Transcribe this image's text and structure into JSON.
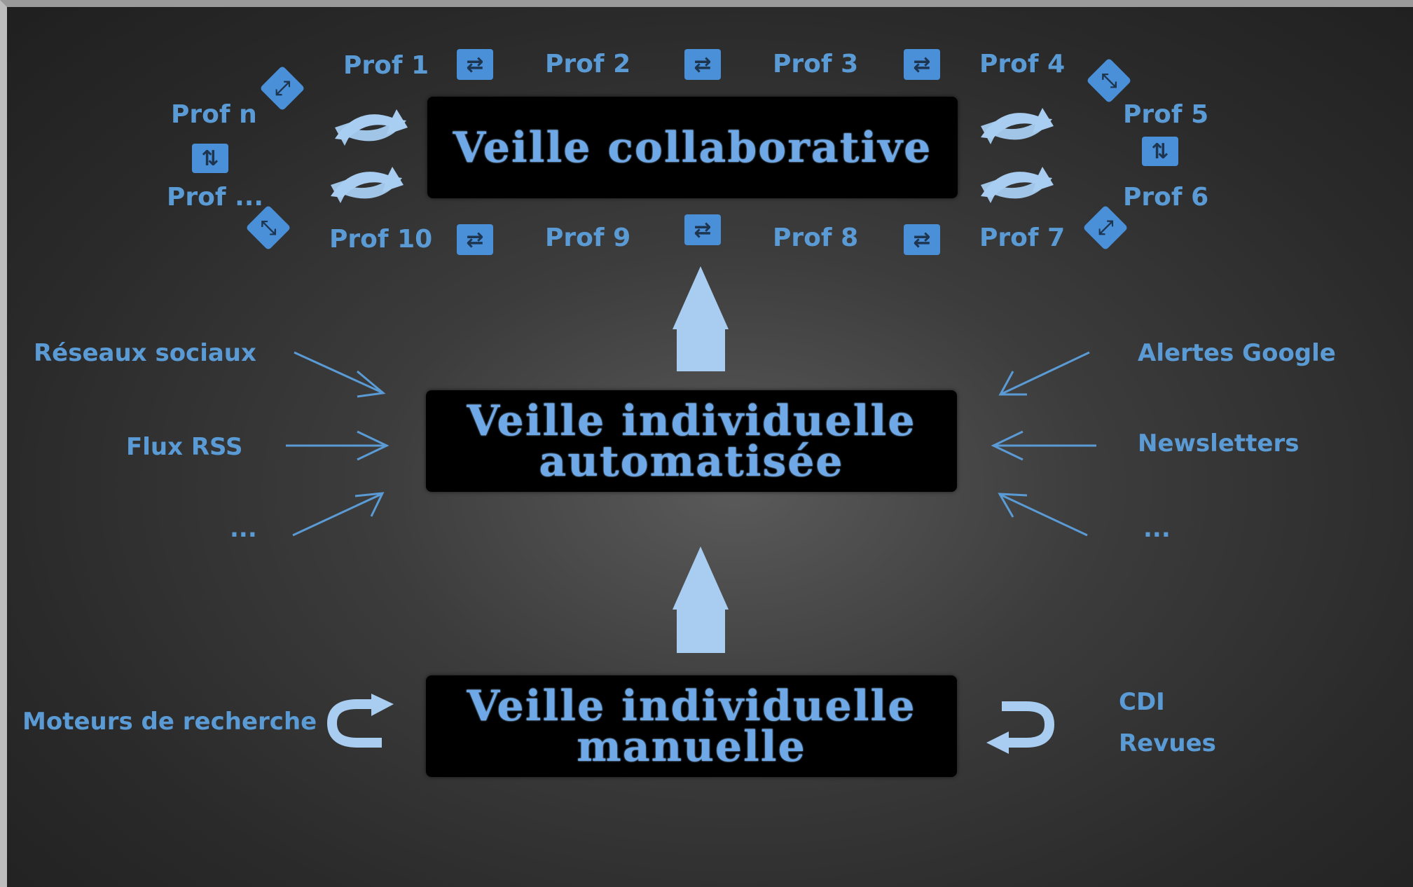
{
  "colors": {
    "accent": "#5b9bd5",
    "box_bg": "#000000",
    "arrow_fill": "#a8cdf0"
  },
  "boxes": {
    "collaborative": "Veille collaborative",
    "auto_line1": "Veille individuelle",
    "auto_line2": "automatisée",
    "manual_line1": "Veille individuelle",
    "manual_line2": "manuelle"
  },
  "profs": {
    "p1": "Prof 1",
    "p2": "Prof 2",
    "p3": "Prof 3",
    "p4": "Prof 4",
    "p5": "Prof 5",
    "p6": "Prof 6",
    "p7": "Prof 7",
    "p8": "Prof 8",
    "p9": "Prof 9",
    "p10": "Prof 10",
    "pdots": "Prof ...",
    "pn": "Prof n"
  },
  "sources_left": [
    "Réseaux sociaux",
    "Flux RSS",
    "..."
  ],
  "sources_right": [
    "Alertes Google",
    "Newsletters",
    "..."
  ],
  "manual_left": "Moteurs de recherche",
  "manual_right": [
    "CDI",
    "Revues"
  ],
  "icons": {
    "exchange": "exchange-arrows-icon",
    "vertical_exchange": "vertical-exchange-icon",
    "diagonal_exchange": "diagonal-exchange-icon",
    "curved_swap": "curved-swap-arrows-icon",
    "u_turn": "u-turn-arrow-icon",
    "up_arrow": "up-arrow-icon",
    "input_arrow": "input-arrow-icon"
  }
}
